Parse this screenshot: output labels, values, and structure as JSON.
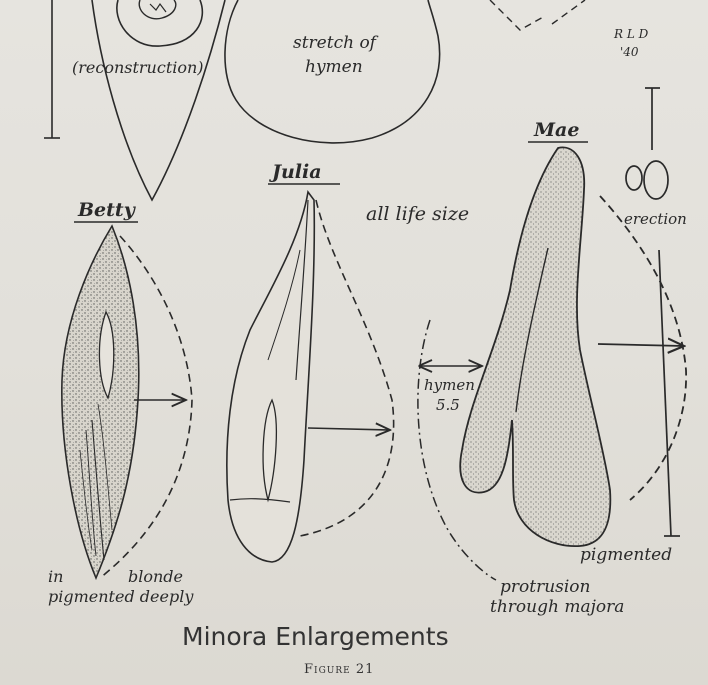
{
  "figure": {
    "title": "Minora Enlargements",
    "caption": "Figure 21"
  },
  "annotations": {
    "initials": "R L D",
    "year": "'40",
    "reconstruction": "(reconstruction)",
    "stretch_line1": "stretch of",
    "stretch_line2": "hymen",
    "scale_note": "all life size",
    "erection": "erection",
    "hymen": "hymen",
    "hymen_value": "5.5",
    "pigmented": "pigmented",
    "protrusion_line1": "protrusion",
    "protrusion_line2": "through majora",
    "betty_note1": "in",
    "betty_note2": "blonde",
    "betty_note3": "pigmented deeply"
  },
  "specimens": [
    {
      "name": "Betty"
    },
    {
      "name": "Julia"
    },
    {
      "name": "Mae"
    }
  ],
  "colors": {
    "ink": "#2a2a2a",
    "paper": "#e4e2dc"
  }
}
